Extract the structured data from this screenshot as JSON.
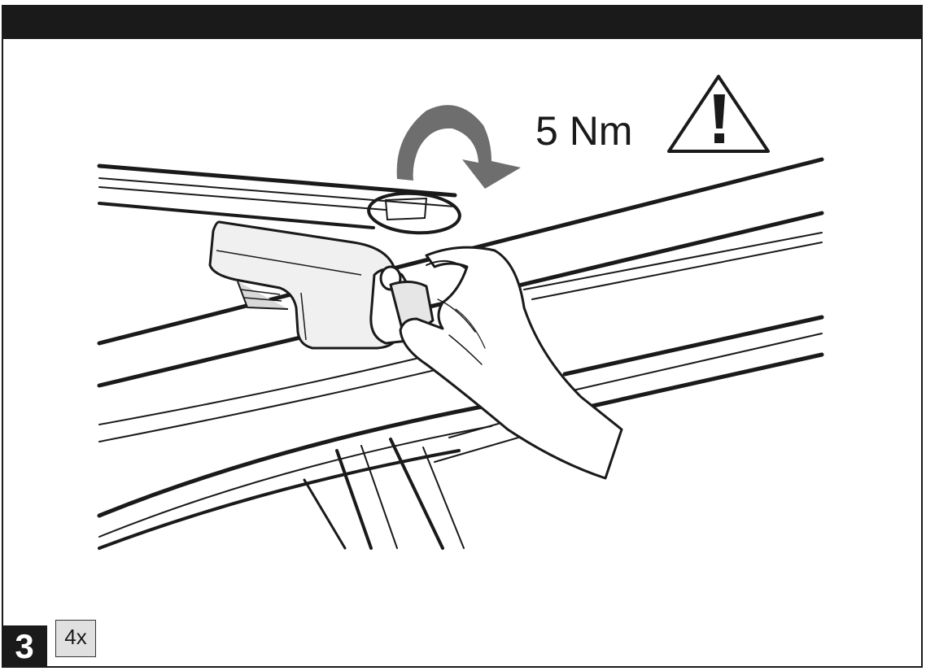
{
  "instruction": {
    "torque": "5 Nm",
    "step_number": "3",
    "quantity": "4x"
  },
  "colors": {
    "ink": "#1a1a1a",
    "arrow_gray": "#6e6e6e",
    "foot_gray": "#f0f0f0",
    "badge_gray": "#e0e0e0"
  },
  "icons": {
    "rotation": "clockwise-rotation-arrow-icon",
    "warning": "warning-triangle-icon"
  }
}
